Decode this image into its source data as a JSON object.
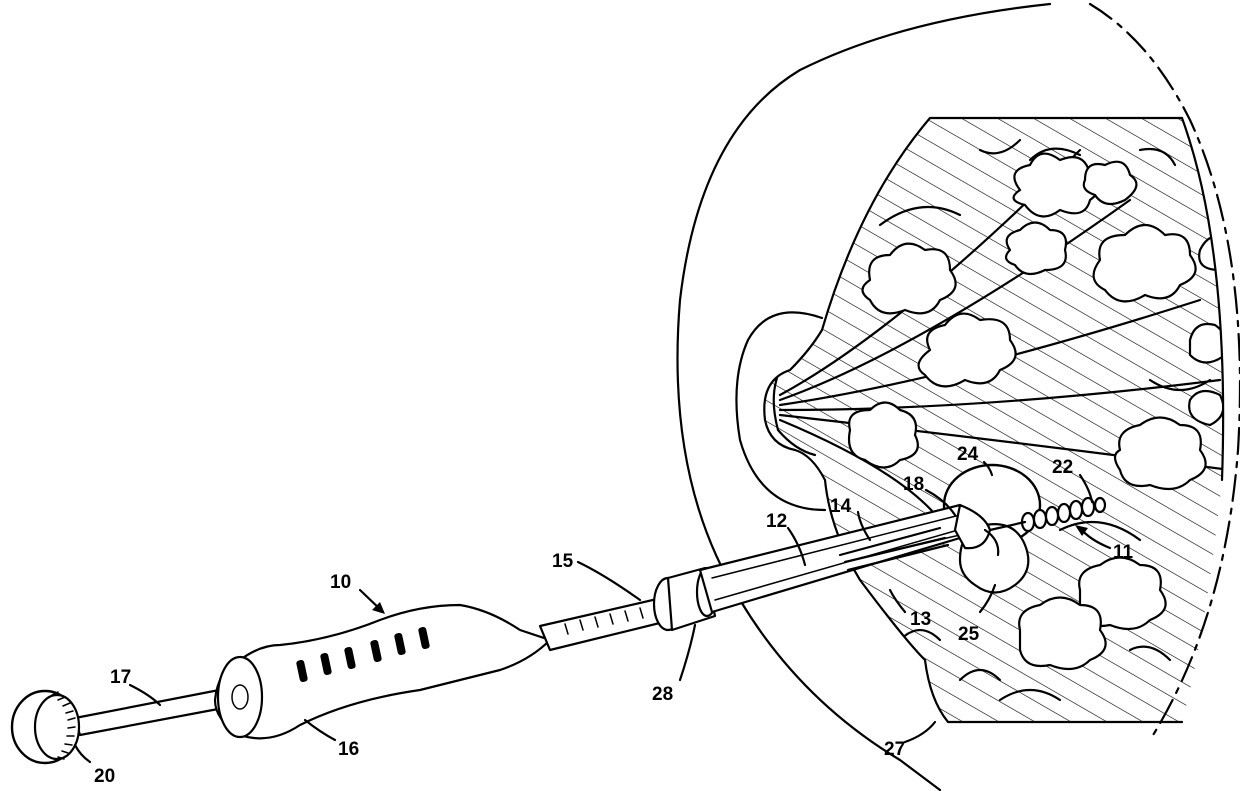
{
  "figure": {
    "reference_numerals": {
      "n10": "10",
      "n11": "11",
      "n12": "12",
      "n13": "13",
      "n14": "14",
      "n15": "15",
      "n16": "16",
      "n17": "17",
      "n18": "18",
      "n20": "20",
      "n22": "22",
      "n24": "24",
      "n25": "25",
      "n27": "27",
      "n28": "28"
    },
    "colors": {
      "line": "#000000",
      "background": "#ffffff"
    }
  }
}
